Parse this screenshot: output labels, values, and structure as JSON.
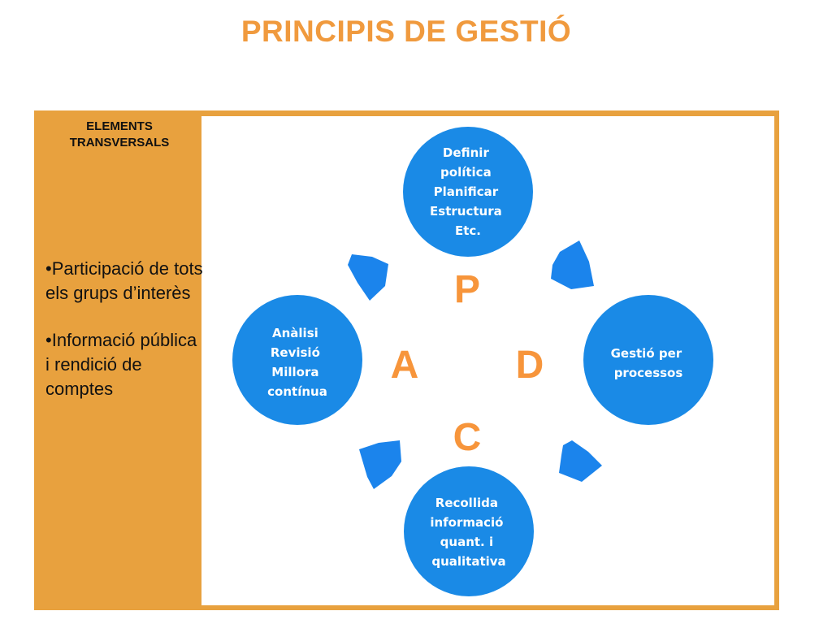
{
  "title": "PRINCIPIS DE GESTIÓ",
  "sidebar": {
    "heading_lines": [
      "ELEMENTS",
      "TRANSVERSALS"
    ],
    "items": [
      "•Participació de tots els grups d’interès",
      "•Informació pública i rendició de comptes"
    ]
  },
  "cycle": {
    "letters": [
      "P",
      "D",
      "C",
      "A"
    ],
    "nodes": [
      {
        "lines": [
          "Definir",
          "política",
          "Planificar",
          "Estructura",
          "Etc."
        ]
      },
      {
        "lines": [
          "Gestió per",
          "processos"
        ]
      },
      {
        "lines": [
          "Recollida",
          "informació",
          "quant. i",
          "qualitativa"
        ]
      },
      {
        "lines": [
          "Anàlisi",
          "Revisió",
          "Millora",
          "contínua"
        ]
      }
    ]
  },
  "colors": {
    "title": "#f09a3e",
    "frame": "#e8a13e",
    "circle": "#1a8ae6",
    "arrow": "#1b84ec",
    "letter": "#f7953b"
  }
}
